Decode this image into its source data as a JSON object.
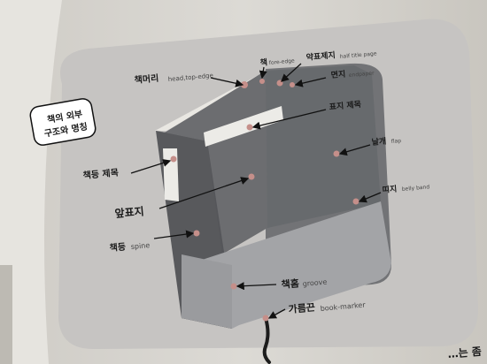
{
  "title_box": {
    "line1": "책의 외부",
    "line2": "구조와 명칭"
  },
  "labels": {
    "head_ko": "책머리",
    "head_en": "head,top-edge",
    "fore_ko": "책",
    "fore_en": "fore-edge",
    "halftitle_ko": "약표제지",
    "halftitle_en": "half title page",
    "endpaper_ko": "면지",
    "endpaper_en": "endpaper",
    "cover_title_ko": "표지 제목",
    "flap_ko": "날개",
    "flap_en": "flap",
    "bellyband_ko": "띠지",
    "bellyband_en": "belly band",
    "spine_title_ko": "책등 제목",
    "front_cover_ko": "앞표지",
    "spine_ko": "책등",
    "spine_en": "spine",
    "groove_ko": "책홈",
    "groove_en": "groove",
    "marker_ko": "가름끈",
    "marker_en": "book-marker"
  },
  "footer_fragment": "…는 좀",
  "colors": {
    "page": "#d9d7d2",
    "panel": "#c6c4c2",
    "cover": "#6e6f72",
    "spine": "#56575a",
    "band": "#a3a4a7",
    "dot": "#c58f8a"
  }
}
